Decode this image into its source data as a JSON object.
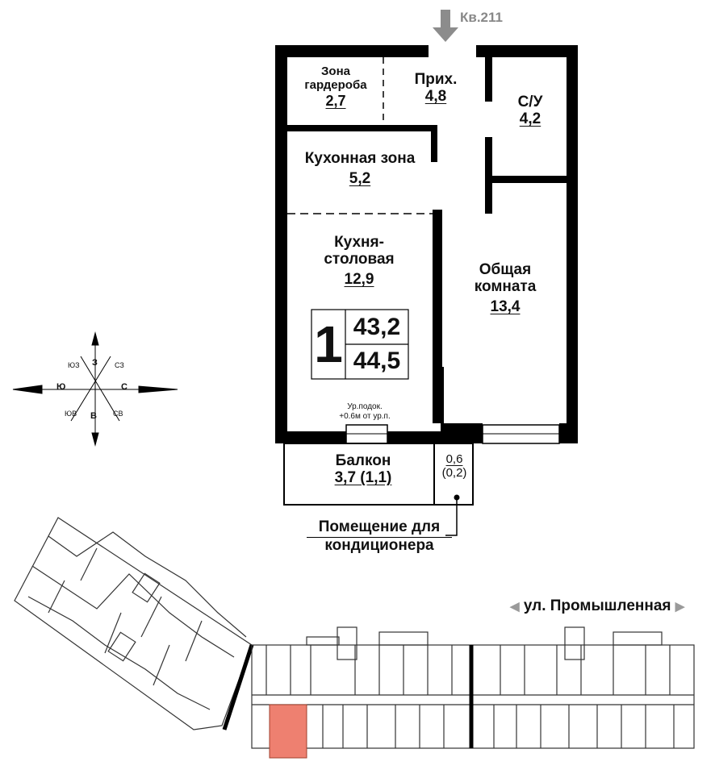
{
  "apartment": {
    "number_label": "Кв.211"
  },
  "rooms": {
    "wardrobe": {
      "name_line1": "Зона",
      "name_line2": "гардероба",
      "area": "2,7"
    },
    "hall": {
      "name": "Прих.",
      "area": "4,8"
    },
    "bathroom": {
      "name": "С/У",
      "area": "4,2"
    },
    "kitchen_zone": {
      "name": "Кухонная зона",
      "area": "5,2"
    },
    "kitchen_dining": {
      "name_line1": "Кухня-",
      "name_line2": "столовая",
      "area": "12,9"
    },
    "living": {
      "name_line1": "Общая",
      "name_line2": "комната",
      "area": "13,4"
    },
    "balcony": {
      "name": "Балкон",
      "area": "3,7 (1,1)"
    },
    "ac_niche": {
      "area": "0,6",
      "area_reduced": "(0,2)"
    }
  },
  "summary": {
    "rooms_count": "1",
    "area_living": "43,2",
    "area_total": "44,5"
  },
  "sill_note": {
    "line1": "Ур.подок.",
    "line2": "+0.6м от ур.п."
  },
  "callout": {
    "line1": "Помещение для",
    "line2": "кондиционера"
  },
  "compass": {
    "n": "С",
    "s": "Ю",
    "e": "В",
    "w": "З",
    "ne": "СВ",
    "nw": "СЗ",
    "se": "ЮВ",
    "sw": "ЮЗ"
  },
  "site_plan": {
    "street": "ул. Промышленная",
    "arrow_left": "◀",
    "arrow_right": "▶",
    "highlight_color": "#ee8070"
  },
  "colors": {
    "wall": "#000000",
    "accent_gray": "#8c8c8c"
  }
}
